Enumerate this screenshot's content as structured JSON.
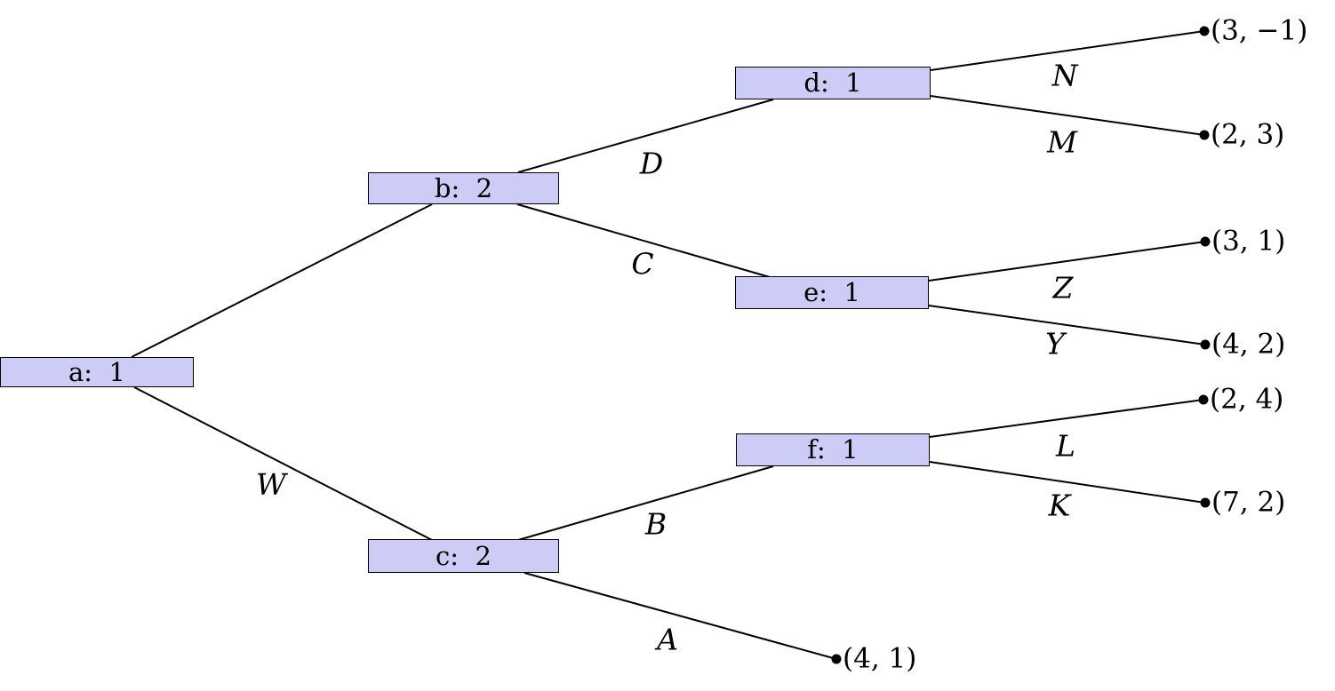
{
  "tree": {
    "background_color": "#ffffff",
    "node_fill_color": "#ccccf7",
    "node_border_color": "#000000",
    "edge_color": "#000000",
    "nodes": {
      "a": {
        "name": "a",
        "player": "1",
        "label": "a:  1"
      },
      "b": {
        "name": "b",
        "player": "2",
        "label": "b:  2"
      },
      "c": {
        "name": "c",
        "player": "2",
        "label": "c:  2"
      },
      "d": {
        "name": "d",
        "player": "1",
        "label": "d:  1"
      },
      "e": {
        "name": "e",
        "player": "1",
        "label": "e:  1"
      },
      "f": {
        "name": "f",
        "player": "1",
        "label": "f:  1"
      }
    },
    "edges": {
      "a_b": {
        "from": "a",
        "to": "b",
        "label": ""
      },
      "a_c": {
        "from": "a",
        "to": "c",
        "label": "W"
      },
      "b_d": {
        "from": "b",
        "to": "d",
        "label": "D"
      },
      "b_e": {
        "from": "b",
        "to": "e",
        "label": "C"
      },
      "c_f": {
        "from": "c",
        "to": "f",
        "label": "B"
      },
      "c_leaf_41": {
        "from": "c",
        "to": "(4, 1)",
        "label": "A"
      },
      "d_leaf_3m1": {
        "from": "d",
        "to": "(3, −1)",
        "label": "N"
      },
      "d_leaf_23": {
        "from": "d",
        "to": "(2, 3)",
        "label": "M"
      },
      "e_leaf_31": {
        "from": "e",
        "to": "(3, 1)",
        "label": "Z"
      },
      "e_leaf_42": {
        "from": "e",
        "to": "(4, 2)",
        "label": "Y"
      },
      "f_leaf_24": {
        "from": "f",
        "to": "(2, 4)",
        "label": "L"
      },
      "f_leaf_72": {
        "from": "f",
        "to": "(7, 2)",
        "label": "K"
      }
    },
    "leaves": {
      "leaf_3m1": {
        "parent": "d",
        "via": "N",
        "payoff": "(3, −1)"
      },
      "leaf_23": {
        "parent": "d",
        "via": "M",
        "payoff": "(2, 3)"
      },
      "leaf_31": {
        "parent": "e",
        "via": "Z",
        "payoff": "(3, 1)"
      },
      "leaf_42": {
        "parent": "e",
        "via": "Y",
        "payoff": "(4, 2)"
      },
      "leaf_24": {
        "parent": "f",
        "via": "L",
        "payoff": "(2, 4)"
      },
      "leaf_72": {
        "parent": "f",
        "via": "K",
        "payoff": "(7, 2)"
      },
      "leaf_41": {
        "parent": "c",
        "via": "A",
        "payoff": "(4, 1)"
      }
    }
  }
}
